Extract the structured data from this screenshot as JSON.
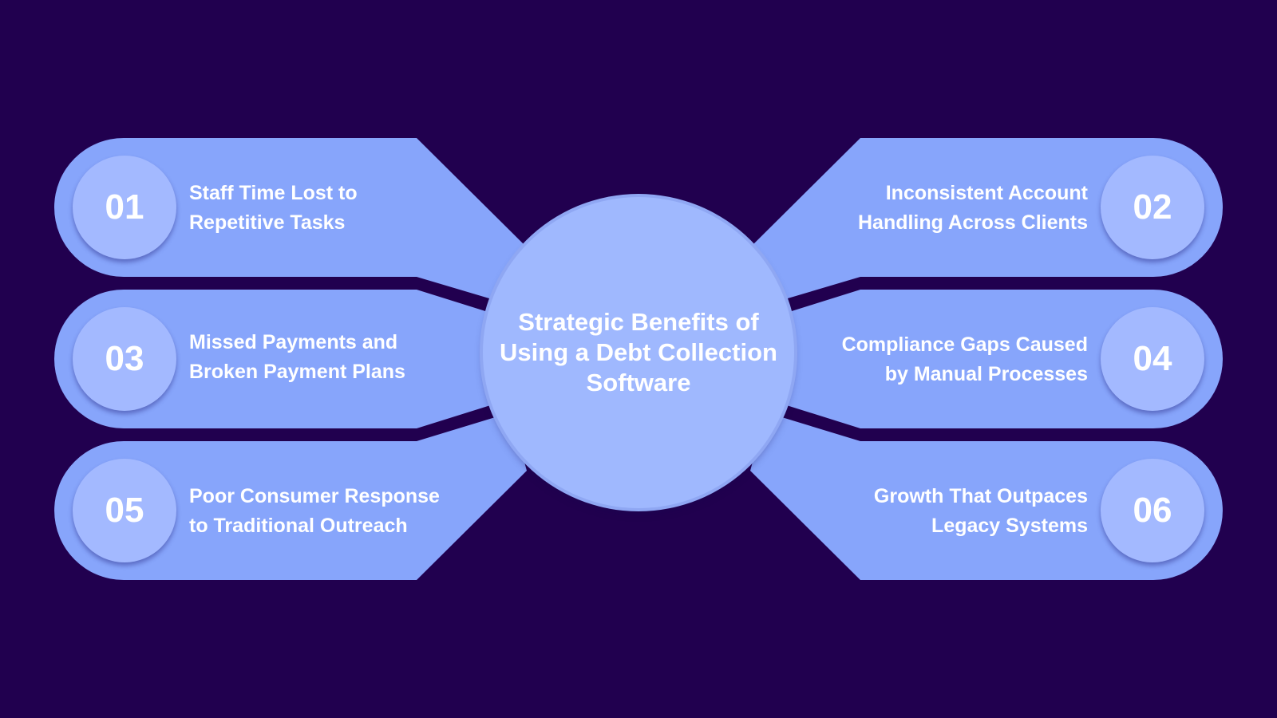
{
  "colors": {
    "background": "#21004f",
    "band": "#87a5fb",
    "circle": "#a3b9ff",
    "center": "#9fb8fe",
    "text": "#ffffff"
  },
  "center": {
    "lines": [
      "Strategic Benefits of",
      "Using a Debt Collection",
      "Software"
    ]
  },
  "items": [
    {
      "number": "01",
      "lines": [
        "Staff Time Lost to",
        "Repetitive Tasks"
      ]
    },
    {
      "number": "02",
      "lines": [
        "Inconsistent Account",
        "Handling Across Clients"
      ]
    },
    {
      "number": "03",
      "lines": [
        "Missed Payments and",
        "Broken Payment Plans"
      ]
    },
    {
      "number": "04",
      "lines": [
        "Compliance Gaps Caused",
        "by Manual Processes"
      ]
    },
    {
      "number": "05",
      "lines": [
        "Poor Consumer Response",
        "to Traditional Outreach"
      ]
    },
    {
      "number": "06",
      "lines": [
        "Growth That Outpaces",
        "Legacy Systems"
      ]
    }
  ]
}
